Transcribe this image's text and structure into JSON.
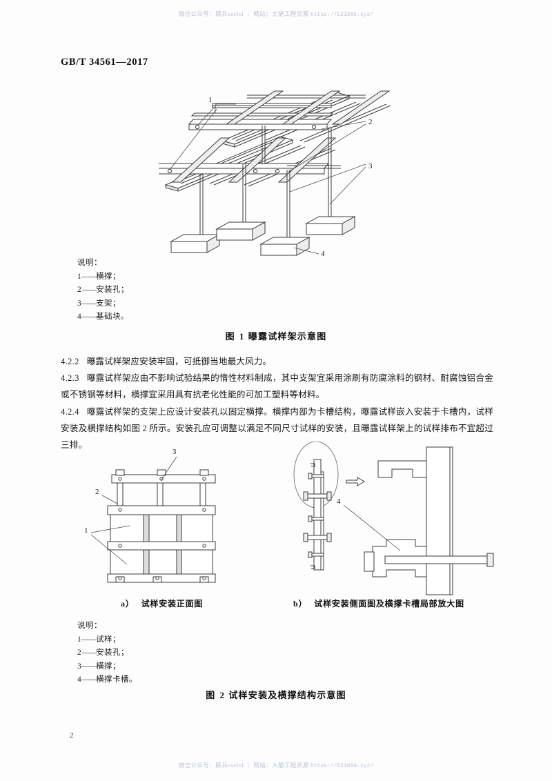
{
  "document": {
    "standard_code": "GB/T 34561—2017",
    "page_number": "2"
  },
  "watermark": {
    "wechat_label": "微信公众号：豚兵useful",
    "separator": "|",
    "site_label": "网站：大猫工程资源",
    "url": "https://521686.xyz/"
  },
  "figure1": {
    "caption_num": "图 1",
    "caption_text": "曝露试样架示意图",
    "legend_title": "说明：",
    "legend": [
      {
        "num": "1",
        "dash": "——",
        "text": "横撑；"
      },
      {
        "num": "2",
        "dash": "——",
        "text": "安装孔；"
      },
      {
        "num": "3",
        "dash": "——",
        "text": "支架；"
      },
      {
        "num": "4",
        "dash": "——",
        "text": "基础块。"
      }
    ],
    "callouts": [
      "1",
      "2",
      "3",
      "4"
    ]
  },
  "figure2": {
    "caption_num": "图 2",
    "caption_text": "试样安装及横撑结构示意图",
    "legend_title": "说明：",
    "legend": [
      {
        "num": "1",
        "dash": "——",
        "text": "试样；"
      },
      {
        "num": "2",
        "dash": "——",
        "text": "安装孔；"
      },
      {
        "num": "3",
        "dash": "——",
        "text": "横撑；"
      },
      {
        "num": "4",
        "dash": "——",
        "text": "横撑卡槽。"
      }
    ],
    "subfigures": [
      {
        "label": "a）",
        "text": "试样安装正面图"
      },
      {
        "label": "b）",
        "text": "试样安装侧面图及横撑卡槽局部放大图"
      }
    ],
    "callouts_a": [
      "1",
      "2",
      "3"
    ],
    "callouts_b": [
      "4"
    ]
  },
  "clauses": [
    {
      "number": "4.2.2",
      "text": "曝露试样架应安装牢固，可抵御当地最大风力。"
    },
    {
      "number": "4.2.3",
      "text": "曝露试样架应由不影响试验结果的惰性材料制成，其中支架宜采用涂刷有防腐涂料的钢材、耐腐蚀铝合金或不锈钢等材料，横撑宜采用具有抗老化性能的可加工塑料等材料。"
    },
    {
      "number": "4.2.4",
      "text": "曝露试样架的支架上应设计安装孔以固定横撑。横撑内部为卡槽结构，曝露试样嵌入安装于卡槽内，试样安装及横撑结构如图 2 所示。安装孔应可调整以满足不同尺寸试样的安装，且曝露试样架上的试样排布不宜超过三排。"
    }
  ],
  "colors": {
    "ink": "#1a1a1a",
    "line": "#3a3a3a",
    "watermark": "#b9c4dd",
    "paper": "#fdfdfd"
  }
}
